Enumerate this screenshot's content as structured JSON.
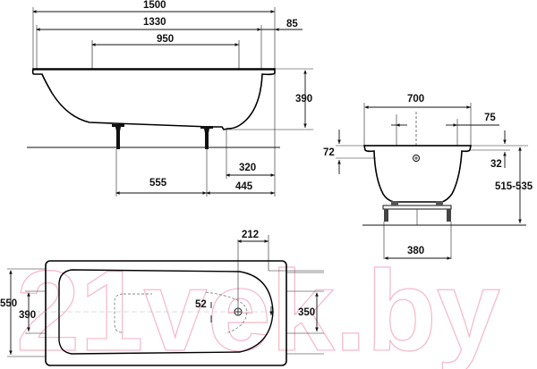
{
  "drawing": {
    "subject": "bathtub dimension drawing",
    "watermark": "21vek.by",
    "side_view": {
      "dimensions": {
        "overall_length": "1500",
        "inner_length": "1330",
        "bottom_length": "950",
        "rim_right": "85",
        "depth": "390",
        "drain_offset": "320",
        "leg_offset": "445",
        "leg_spacing": "555"
      }
    },
    "end_view": {
      "dimensions": {
        "width": "700",
        "overflow_offset": "75",
        "rim_height": "72",
        "overflow_drop": "32",
        "height_range": "515-535",
        "leg_width": "380"
      }
    },
    "top_view": {
      "dimensions": {
        "drain_offset": "212",
        "outer_width": "550",
        "inner_width_left": "390",
        "inner_width_right": "350",
        "drain_diameter_label": "52"
      }
    }
  }
}
